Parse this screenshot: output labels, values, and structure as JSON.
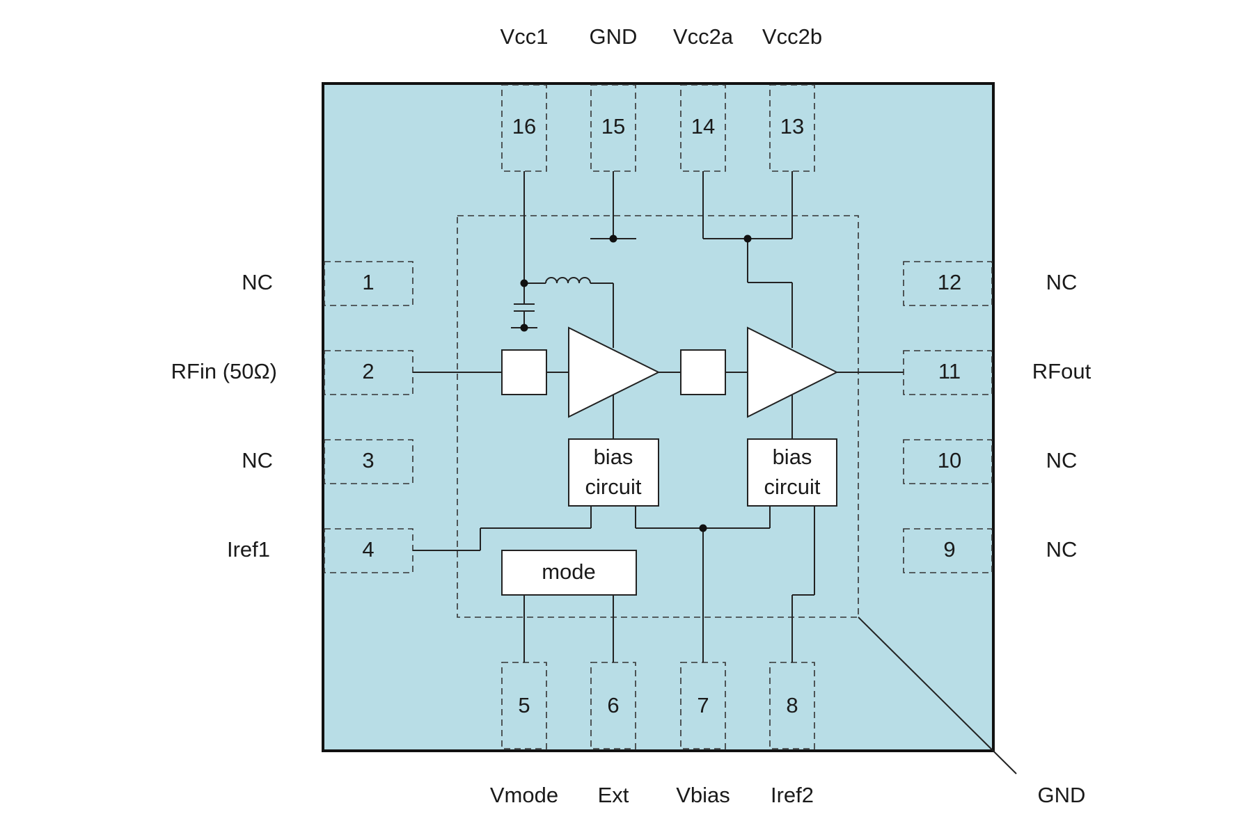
{
  "top_labels": {
    "vcc1": "Vcc1",
    "gnd": "GND",
    "vcc2a": "Vcc2a",
    "vcc2b": "Vcc2b"
  },
  "bottom_labels": {
    "vmode": "Vmode",
    "ext": "Ext",
    "vbias": "Vbias",
    "iref2": "Iref2"
  },
  "left_labels": {
    "nc1": "NC",
    "rfin": "RFin (50Ω)",
    "nc3": "NC",
    "iref1": "Iref1"
  },
  "right_labels": {
    "nc12": "NC",
    "rfout": "RFout",
    "nc10": "NC",
    "nc9": "NC"
  },
  "ground_label": "GND",
  "pins": {
    "p1": "1",
    "p2": "2",
    "p3": "3",
    "p4": "4",
    "p5": "5",
    "p6": "6",
    "p7": "7",
    "p8": "8",
    "p9": "9",
    "p10": "10",
    "p11": "11",
    "p12": "12",
    "p13": "13",
    "p14": "14",
    "p15": "15",
    "p16": "16"
  },
  "blocks": {
    "bias1_line1": "bias",
    "bias1_line2": "circuit",
    "bias2_line1": "bias",
    "bias2_line2": "circuit",
    "mode": "mode"
  },
  "colors": {
    "package_fill": "#b8dde6",
    "block_fill": "#ffffff",
    "line": "#222222"
  }
}
